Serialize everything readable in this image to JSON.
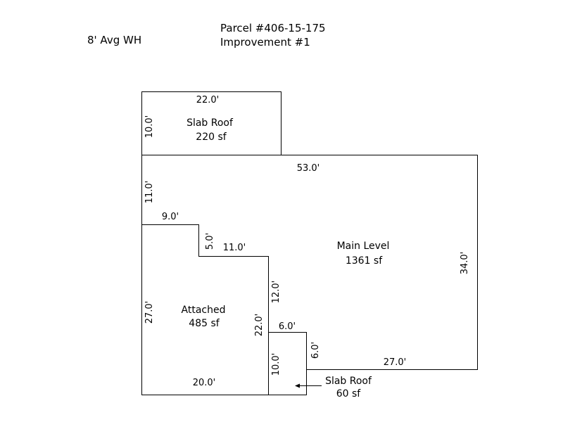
{
  "header": {
    "wall_height": "8' Avg WH",
    "parcel": "Parcel #406-15-175",
    "improvement": "Improvement #1"
  },
  "areas": {
    "slab_roof_top": {
      "name": "Slab Roof",
      "area": "220 sf"
    },
    "main_level": {
      "name": "Main Level",
      "area": "1361 sf"
    },
    "attached": {
      "name": "Attached",
      "area": "485 sf"
    },
    "slab_roof_bottom": {
      "name": "Slab Roof",
      "area": "60 sf"
    }
  },
  "dimensions": {
    "slab_top_width": "22.0'",
    "slab_top_height": "10.0'",
    "main_top_width": "53.0'",
    "main_left_upper": "11.0'",
    "step_a_width": "9.0'",
    "step_a_height": "5.0'",
    "step_b_width": "11.0'",
    "inner_vertical": "12.0'",
    "main_right_height": "34.0'",
    "attached_left_height": "27.0'",
    "attached_right_height": "22.0'",
    "notch_width": "6.0'",
    "notch_height": "6.0'",
    "main_bottom_width": "27.0'",
    "slab_bottom_height": "10.0'",
    "attached_bottom_width": "20.0'"
  },
  "colors": {
    "line": "#000000",
    "background": "#ffffff"
  }
}
